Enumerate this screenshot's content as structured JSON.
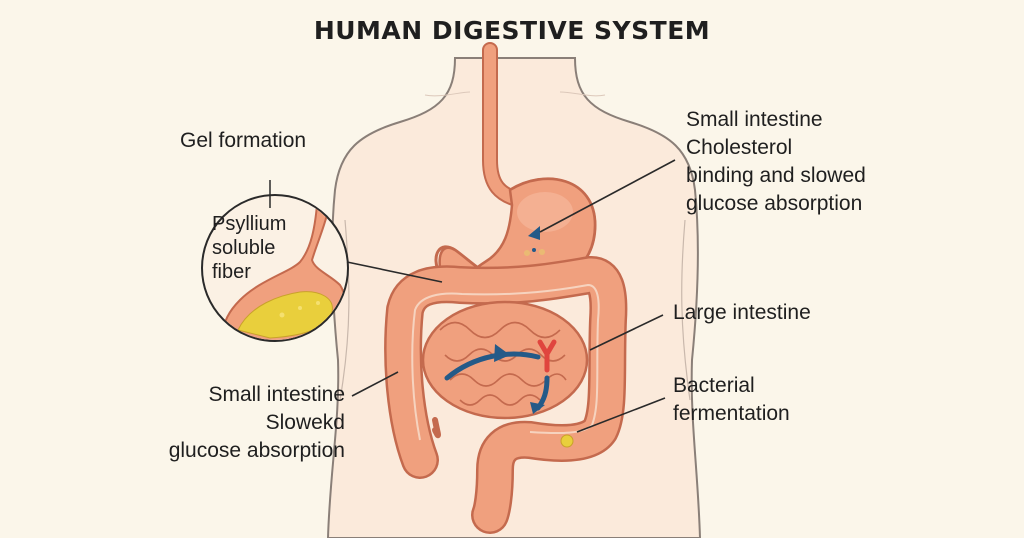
{
  "title": "HUMAN DIGESTIVE SYSTEM",
  "inset": {
    "heading": "Gel formation",
    "label_lines": [
      "Psyllium",
      "soluble",
      "fiber"
    ]
  },
  "callouts": {
    "stomach": {
      "lines": [
        "Small intestine",
        "Cholesterol",
        "binding and slowed",
        "glucose absorption"
      ]
    },
    "large_intestine": {
      "lines": [
        "Large intestine"
      ]
    },
    "bacterial": {
      "lines": [
        "Bacterial",
        "fermentation"
      ]
    },
    "small_intestine_left": {
      "lines": [
        "Small intestine",
        "Slowekd",
        "glucose absorption"
      ]
    }
  },
  "colors": {
    "background": "#fbf6ea",
    "skin": "#fbeadb",
    "body_outline": "#8a7f78",
    "organ": "#f0a07e",
    "organ_outline": "#c46a4e",
    "arrow_blue": "#245a88",
    "y_red": "#e0453e",
    "gel_yellow": "#e9cf3c"
  }
}
